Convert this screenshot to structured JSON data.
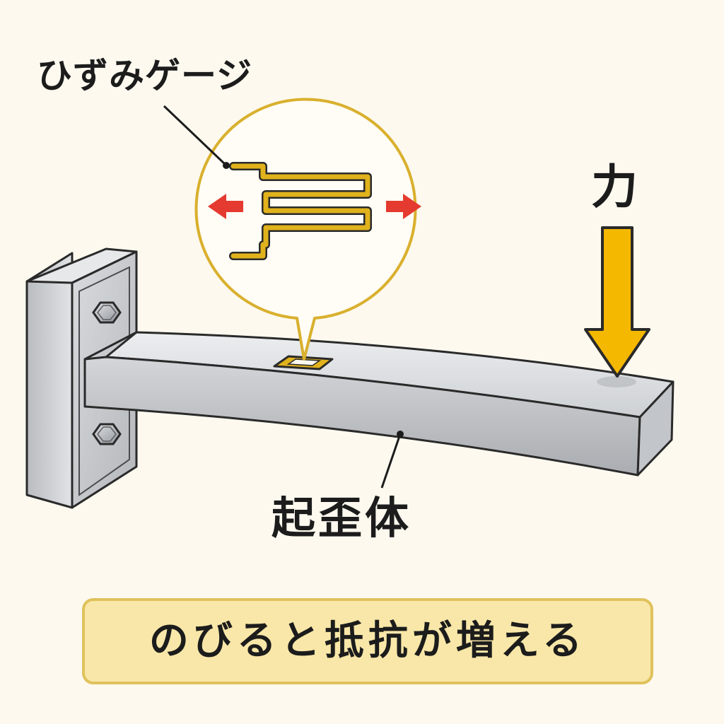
{
  "labels": {
    "strain_gauge": "ひずみゲージ",
    "force": "力",
    "flexure_body": "起歪体"
  },
  "caption": {
    "text": "のびると抵抗が増える"
  },
  "colors": {
    "background": "#fdf9ef",
    "caption_fill": "#f8e7a8",
    "caption_border": "#e0c25c",
    "force_arrow": "#f5b800",
    "stretch_arrows": "#e53a2f",
    "gauge_foil": "#e0b21c",
    "metal": "#c9cbce"
  },
  "icons": {
    "force": "down-arrow-icon",
    "stretch_left": "left-arrow-icon",
    "stretch_right": "right-arrow-icon",
    "bolt": "hex-bolt-icon"
  }
}
